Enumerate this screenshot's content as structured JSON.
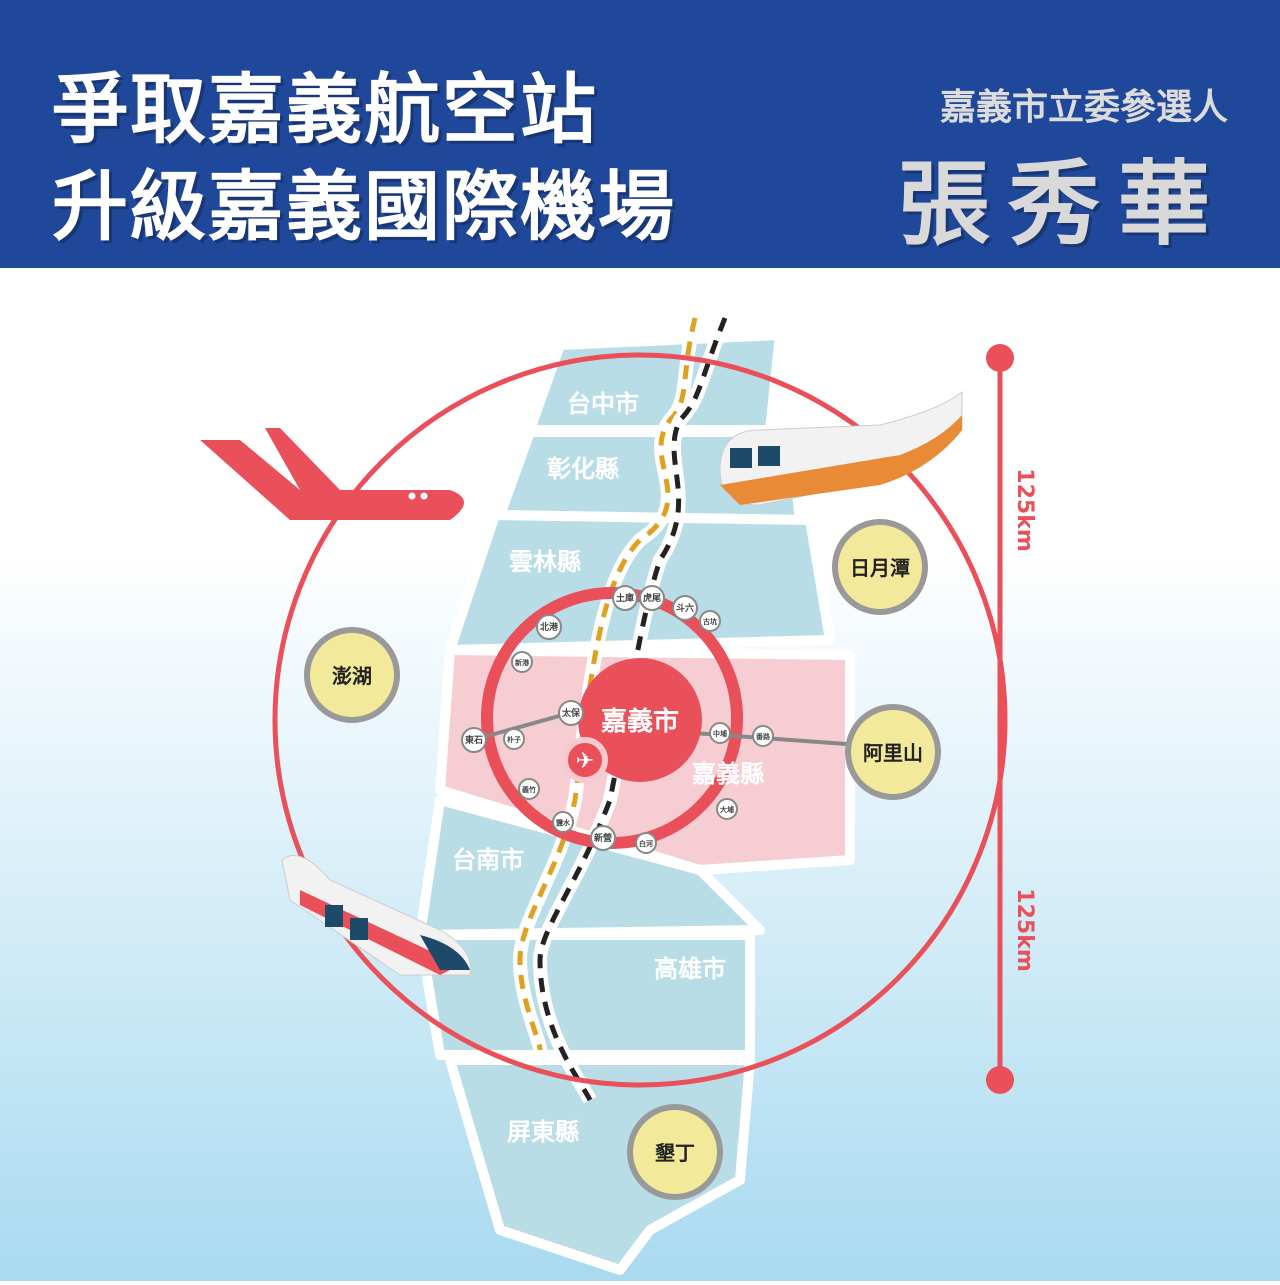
{
  "header": {
    "title_line1": "爭取嘉義航空站",
    "title_line2": "升級嘉義國際機場",
    "subtitle": "嘉義市立委參選人",
    "candidate": "張秀華"
  },
  "map": {
    "regions": [
      "台中市",
      "彰化縣",
      "雲林縣",
      "台南市",
      "高雄市",
      "屏東縣",
      "嘉義縣"
    ],
    "center": "嘉義市",
    "attractions": [
      "日月潭",
      "澎湖",
      "阿里山",
      "墾丁"
    ],
    "stations": [
      "土庫",
      "虎尾",
      "斗六",
      "古坑",
      "北港",
      "新港",
      "太保",
      "東石",
      "朴子",
      "義竹",
      "鹽水",
      "新營",
      "白河",
      "大埔",
      "中埔",
      "番路"
    ],
    "distance_top": "125km",
    "distance_bottom": "125km"
  },
  "colors": {
    "header": "#20489a",
    "accent": "#e9505a",
    "land": "#b9dde6",
    "chiayi": "#f6cdd3",
    "badge": "#f3e99a"
  }
}
